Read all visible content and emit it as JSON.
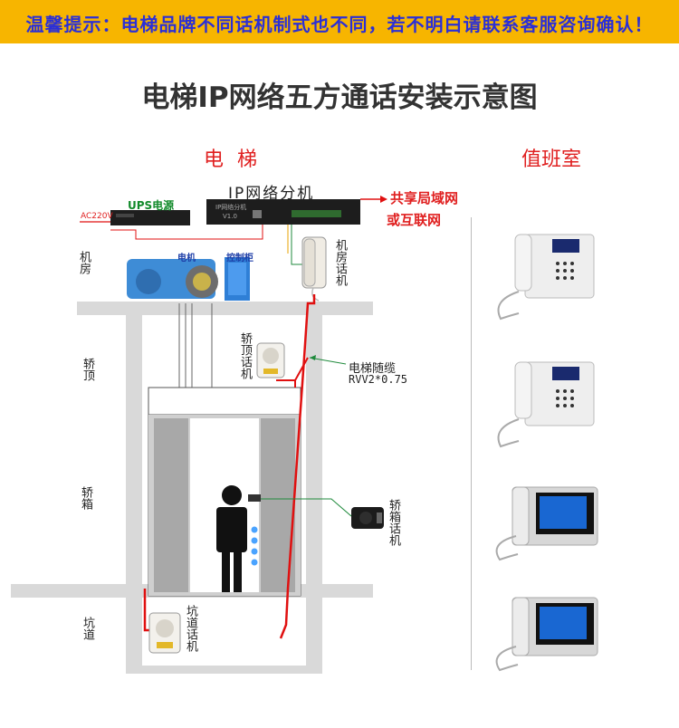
{
  "banner": {
    "text": "温馨提示：电梯品牌不同话机制式也不同，若不明白请联系客服咨询确认！",
    "bg": "#f7b500",
    "color": "#2b2fd6"
  },
  "title": "电梯IP网络五方通话安装示意图",
  "sections": {
    "elevator": "电 梯",
    "duty_room": "值班室"
  },
  "devices": {
    "ip_unit": "IP网络分机",
    "ip_unit_panel": "IP网络分机",
    "ip_unit_version": "V1.0",
    "ups": "UPS电源",
    "ac": "AC220V",
    "motor": "电机",
    "control_cabinet": "控制柜",
    "network": [
      "共享局域网",
      "或互联网"
    ],
    "machine_room_phone": "机房话机",
    "car_top_phone": "轿顶话机",
    "car_phone": "轿箱话机",
    "pit_phone": "坑道话机",
    "cable": [
      "电梯随缆",
      "RVV2*0.75"
    ]
  },
  "zones": {
    "machine_room": "机房",
    "car_top": "轿顶",
    "car": "轿箱",
    "pit": "坑道"
  },
  "colors": {
    "accent_red": "#e02020",
    "wire_red": "#e01010",
    "shaft_gray": "#d9d9d9",
    "door_gray": "#a8a8a8"
  }
}
